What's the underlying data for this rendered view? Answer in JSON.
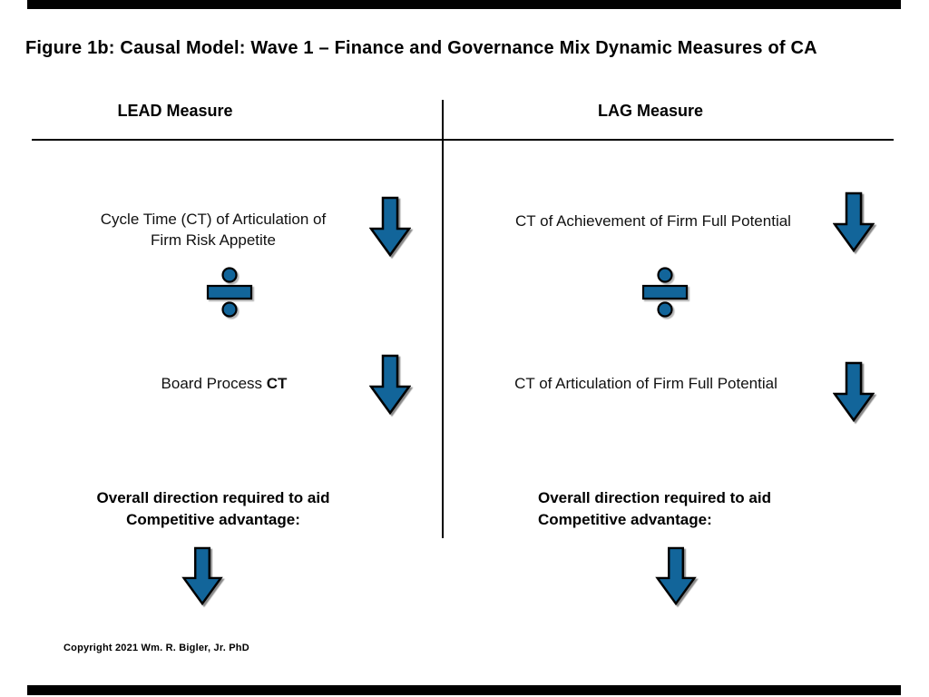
{
  "title": "Figure 1b: Causal Model: Wave 1 – Finance and Governance Mix Dynamic Measures of CA",
  "header": {
    "lead": "LEAD Measure",
    "lag": "LAG Measure"
  },
  "lead": {
    "row1_line1": "Cycle Time (CT) of Articulation of",
    "row1_line2": "Firm Risk Appetite",
    "row2_text": "Board Process ",
    "row2_bold": "CT",
    "overall_line1": "Overall direction required to aid",
    "overall_line2": "Competitive advantage:"
  },
  "lag": {
    "row1": "CT of Achievement of Firm Full Potential",
    "row2": "CT of Articulation of Firm Full Potential",
    "overall_line1": "Overall direction required to aid",
    "overall_line2": "Competitive advantage:"
  },
  "footer": {
    "copyright": "Copyright 2021 Wm. R. Bigler, Jr. PhD"
  },
  "icons": {
    "down_arrow": "down-arrow",
    "division": "division-sign"
  },
  "colors": {
    "shape_blue": "#12659A",
    "outline_black": "#000000",
    "background": "#FFFFFF"
  }
}
